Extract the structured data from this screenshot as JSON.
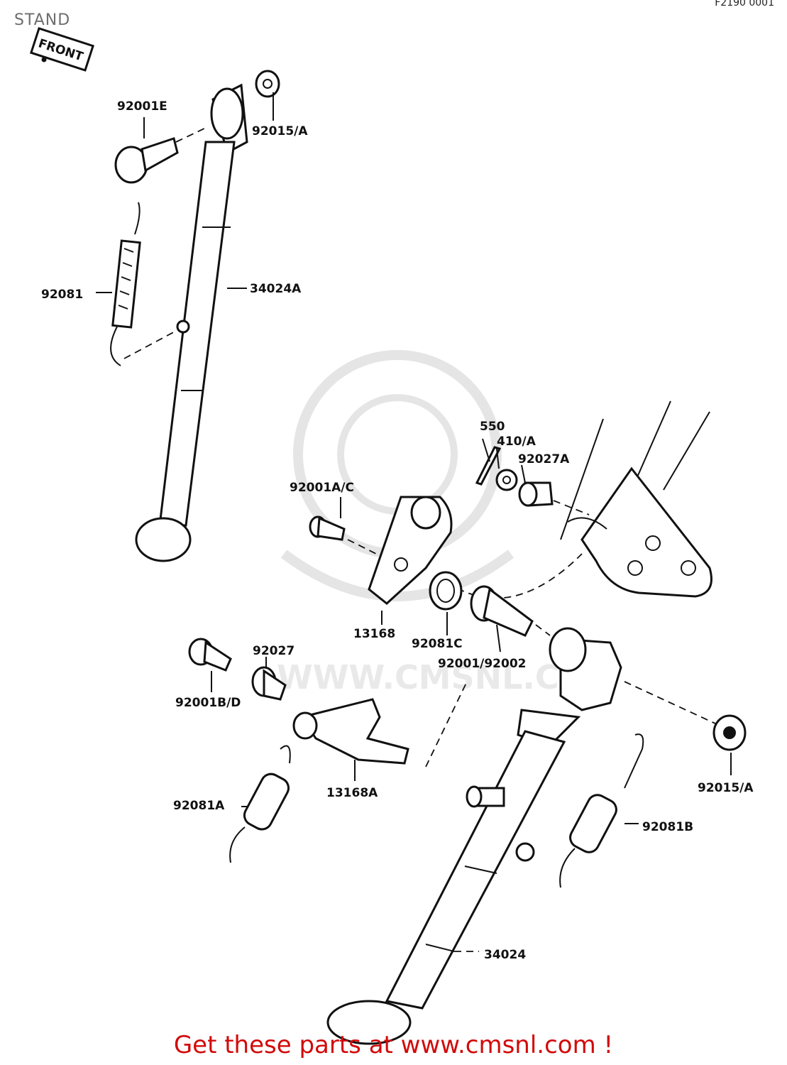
{
  "page": {
    "title": "STAND",
    "code": "F2190 0001",
    "footer_link": "Get these parts at www.cmsnl.com !"
  },
  "diagram": {
    "orientation_badge": "FRONT",
    "watermark": "WWW.CMSNL.COM",
    "callouts": {
      "p92001E": "92001E",
      "p92015A_top": "92015/A",
      "p92081": "92081",
      "p34024A": "34024A",
      "p550": "550",
      "p410A": "410/A",
      "p92027A": "92027A",
      "p92001AC": "92001A/C",
      "p13168": "13168",
      "p92081C": "92081C",
      "p92001_92002": "92001/92002",
      "p92027": "92027",
      "p92001BD": "92001B/D",
      "p13168A": "13168A",
      "p92081A": "92081A",
      "p92015A_bottom": "92015/A",
      "p92081B": "92081B",
      "p34024": "34024"
    }
  }
}
